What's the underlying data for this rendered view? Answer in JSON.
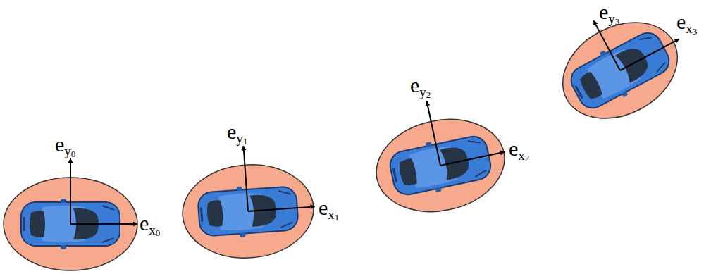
{
  "diagram": {
    "labels": [
      "e",
      "y",
      "0",
      "e",
      "x",
      "0",
      "e",
      "y",
      "1",
      "e",
      "x",
      "1",
      "e",
      "y",
      "2",
      "e",
      "x",
      "2",
      "e",
      "y",
      "3",
      "e",
      "x",
      "3"
    ]
  }
}
